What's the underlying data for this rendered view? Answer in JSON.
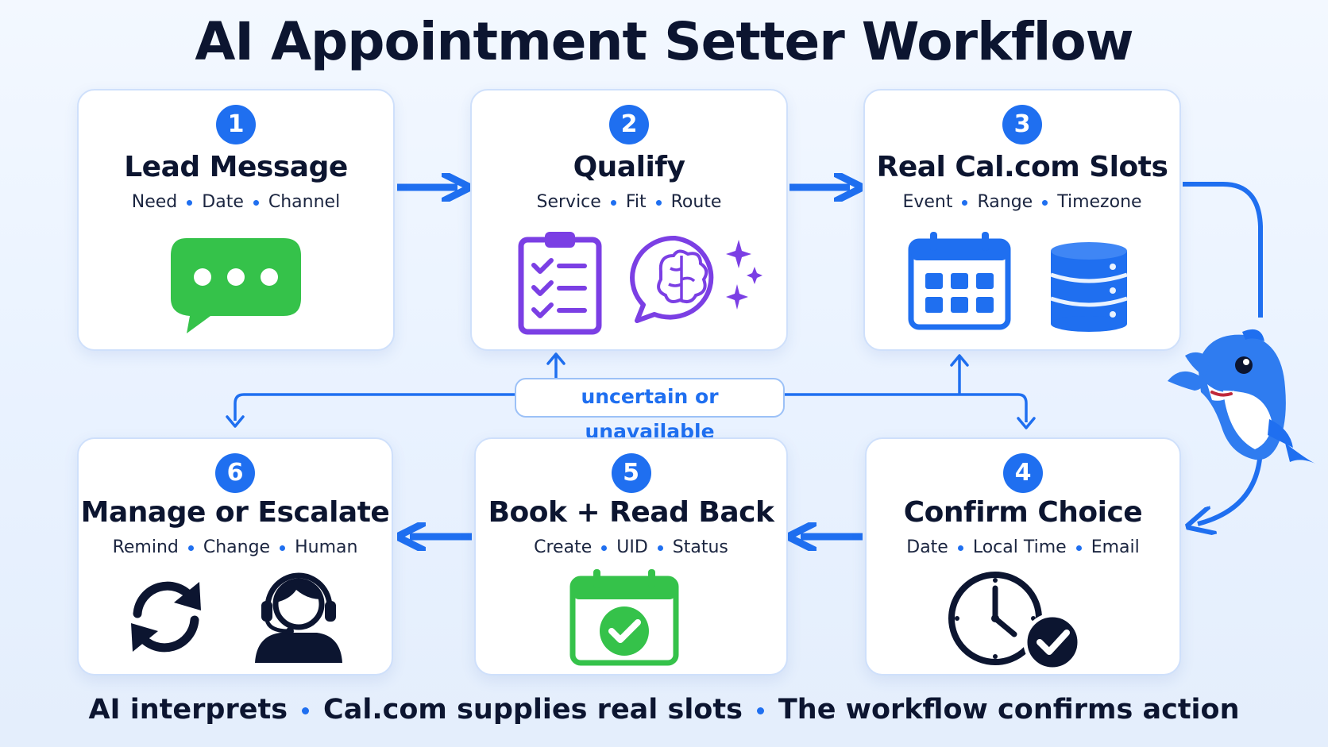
{
  "title": "AI Appointment Setter Workflow",
  "steps": [
    {
      "number": "1",
      "title": "Lead Message",
      "tags": [
        "Need",
        "Date",
        "Channel"
      ],
      "icons": [
        "chat-bubble-icon"
      ]
    },
    {
      "number": "2",
      "title": "Qualify",
      "tags": [
        "Service",
        "Fit",
        "Route"
      ],
      "icons": [
        "clipboard-checklist-icon",
        "ai-brain-icon"
      ]
    },
    {
      "number": "3",
      "title": "Real Cal.com Slots",
      "tags": [
        "Event",
        "Range",
        "Timezone"
      ],
      "icons": [
        "calendar-icon",
        "database-icon"
      ]
    },
    {
      "number": "4",
      "title": "Confirm Choice",
      "tags": [
        "Date",
        "Local Time",
        "Email"
      ],
      "icons": [
        "clock-check-icon"
      ]
    },
    {
      "number": "5",
      "title": "Book + Read Back",
      "tags": [
        "Create",
        "UID",
        "Status"
      ],
      "icons": [
        "calendar-check-icon"
      ]
    },
    {
      "number": "6",
      "title": "Manage or Escalate",
      "tags": [
        "Remind",
        "Change",
        "Human"
      ],
      "icons": [
        "refresh-icon",
        "headset-agent-icon"
      ]
    }
  ],
  "branch_label": "uncertain or unavailable",
  "footer": [
    "AI interprets",
    "Cal.com supplies real slots",
    "The workflow confirms action"
  ],
  "colors": {
    "accent": "#1f6ff0",
    "title": "#0c1530",
    "chat_green": "#35c24a",
    "purple": "#7b3fe4"
  }
}
